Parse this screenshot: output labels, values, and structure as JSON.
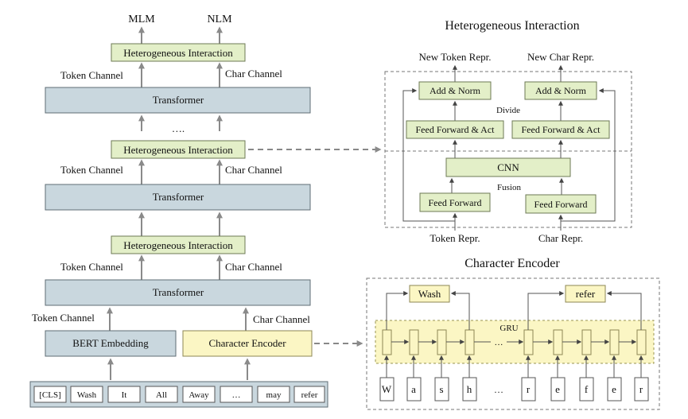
{
  "left": {
    "outputs": [
      "MLM",
      "NLM"
    ],
    "token_channel": "Token Channel",
    "char_channel": "Char Channel",
    "heterogeneous_interaction": "Heterogeneous Interaction",
    "transformer": "Transformer",
    "ellipsis": "….",
    "bert_embedding": "BERT Embedding",
    "character_encoder": "Character Encoder",
    "tokens": [
      "[CLS]",
      "Wash",
      "It",
      "All",
      "Away",
      "…",
      "may",
      "refer"
    ]
  },
  "hi_panel": {
    "title": "Heterogeneous Interaction",
    "new_token_repr": "New Token Repr.",
    "new_char_repr": "New Char Repr.",
    "add_norm": "Add & Norm",
    "divide": "Divide",
    "ff_act": "Feed Forward & Act",
    "cnn": "CNN",
    "fusion": "Fusion",
    "feed_forward": "Feed Forward",
    "token_repr": "Token Repr.",
    "char_repr": "Char Repr."
  },
  "ce_panel": {
    "title": "Character Encoder",
    "word1": "Wash",
    "word2": "refer",
    "gru": "GRU",
    "dots": "…",
    "chars": [
      "W",
      "a",
      "s",
      "h",
      "…",
      "r",
      "e",
      "f",
      "e",
      "r"
    ]
  }
}
